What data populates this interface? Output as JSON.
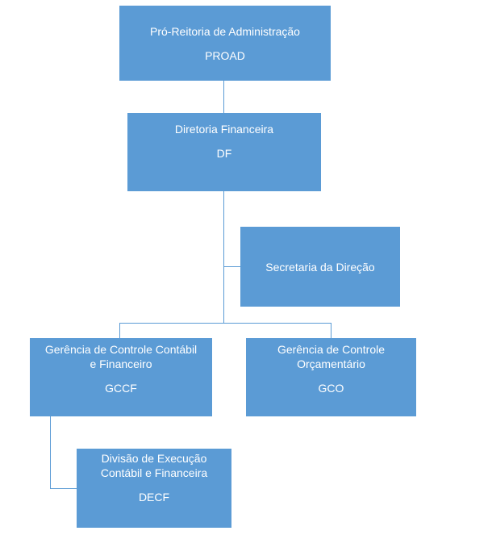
{
  "org_chart": {
    "nodes": {
      "proad": {
        "title": "Pró-Reitoria de Administração",
        "abbr": "PROAD"
      },
      "df": {
        "title": "Diretoria Financeira",
        "abbr": "DF"
      },
      "secretaria": {
        "title": "Secretaria da Direção"
      },
      "gccf": {
        "title": "Gerência de Controle Contábil e Financeiro",
        "abbr": "GCCF"
      },
      "gco": {
        "title": "Gerência de Controle Orçamentário",
        "abbr": "GCO"
      },
      "decf": {
        "title": "Divisão de Execução Contábil e Financeira",
        "abbr": "DECF"
      }
    },
    "edges": [
      {
        "from": "PROAD",
        "to": "DF"
      },
      {
        "from": "DF",
        "to": "Secretaria da Direção"
      },
      {
        "from": "DF",
        "to": "GCCF"
      },
      {
        "from": "DF",
        "to": "GCO"
      },
      {
        "from": "GCCF",
        "to": "DECF"
      }
    ],
    "colors": {
      "box_fill": "#5B9BD5",
      "box_text": "#FFFFFF",
      "connector": "#5B9BD5",
      "background": "#FFFFFF"
    }
  }
}
